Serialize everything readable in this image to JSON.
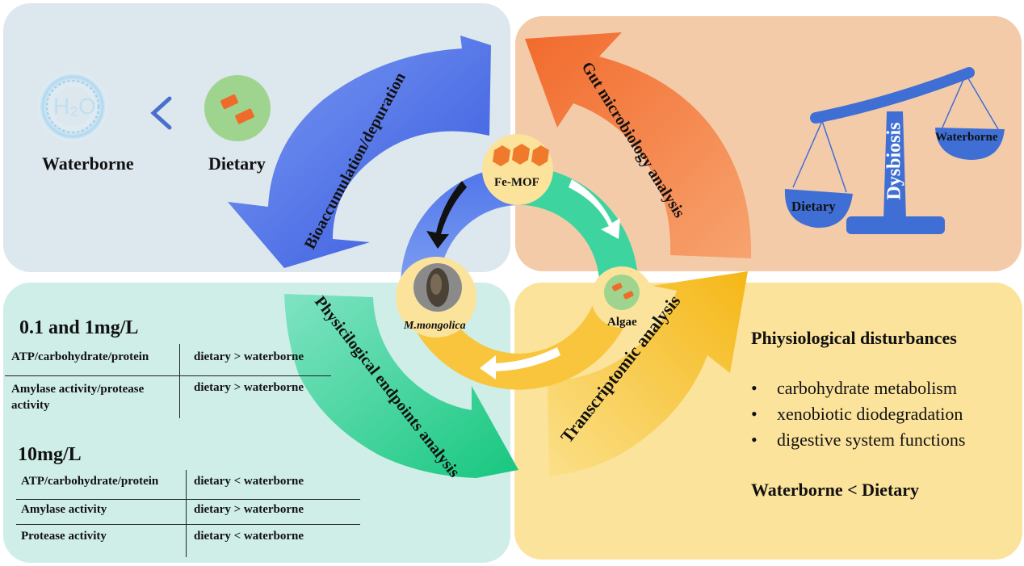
{
  "top_left": {
    "waterborne_label": "Waterborne",
    "dietary_label": "Dietary",
    "h2o_label": "H₂O",
    "comparison_symbol": "<"
  },
  "cycle": {
    "fe_mof_label": "Fe-MOF",
    "organism_label": "M.mongolica",
    "algae_label": "Algae"
  },
  "arrows": {
    "bioaccumulation": "Bioaccumulation/depuration",
    "gut": "Gut microbiology analysis",
    "physiological": "Physicilogical endpoints analysis",
    "transcriptomic": "Transcriptomic analysis"
  },
  "scale": {
    "dysbiosis": "Dysbiosis",
    "dietary": "Dietary",
    "waterborne": "Waterborne"
  },
  "table_low": {
    "heading": "0.1 and 1mg/L",
    "rows": [
      {
        "param": "ATP/carbohydrate/protein",
        "result": "dietary > waterborne"
      },
      {
        "param": "Amylase activity/protease activity",
        "result": "dietary > waterborne"
      }
    ]
  },
  "table_high": {
    "heading": "10mg/L",
    "rows": [
      {
        "param": "ATP/carbohydrate/protein",
        "result": "dietary  <  waterborne"
      },
      {
        "param": "Amylase activity",
        "result": "dietary  >  waterborne"
      },
      {
        "param": "Protease activity",
        "result": "dietary  <  waterborne"
      }
    ]
  },
  "disturbances": {
    "title": "Phiysiological disturbances",
    "items": [
      "carbohydrate metabolism",
      "xenobiotic diodegradation",
      "digestive system functions"
    ],
    "conclusion": "Waterborne < Dietary"
  },
  "colors": {
    "blue_arrow": "#4f73e8",
    "orange_arrow": "#f37a3a",
    "green_arrow": "#3fd19c",
    "yellow_arrow": "#f8c230",
    "scale_blue": "#3f6fd4"
  }
}
